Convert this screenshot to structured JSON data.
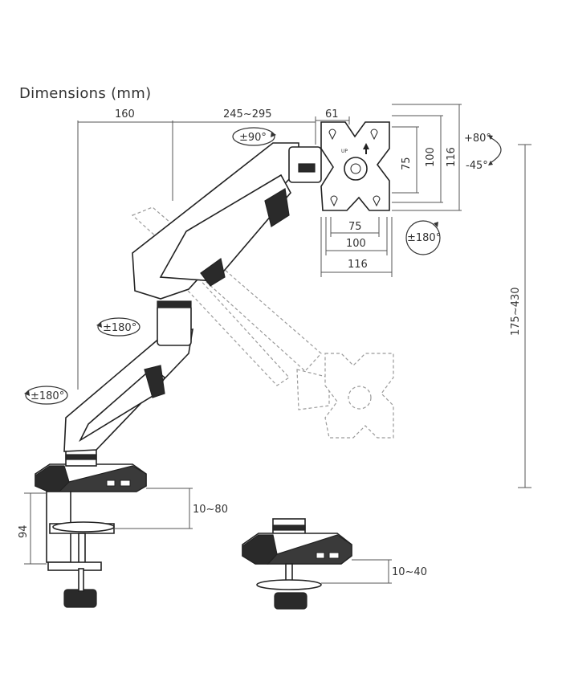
{
  "title": "Dimensions (mm)",
  "dimensions": {
    "arm_base_offset": "160",
    "arm_reach": "245~295",
    "head_depth": "61",
    "vesa_75": "75",
    "vesa_100": "100",
    "vesa_116": "116",
    "height_range": "175~430",
    "clamp_height": "94",
    "clamp_range": "10~80",
    "grommet_range": "10~40"
  },
  "rotations": {
    "head_swivel": "±90°",
    "tilt_up": "+80°",
    "tilt_down": "-45°",
    "screen_rotation": "±180°",
    "elbow_swivel": "±180°",
    "base_swivel": "±180°"
  },
  "vesa_badge": "UP"
}
